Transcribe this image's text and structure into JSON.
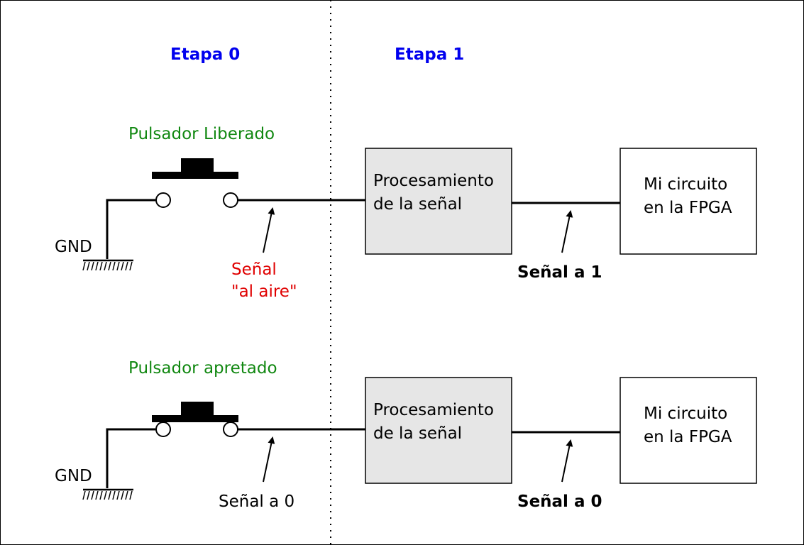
{
  "stages": {
    "stage0": "Etapa 0",
    "stage1": "Etapa 1"
  },
  "top": {
    "button_label": "Pulsador Liberado",
    "gnd": "GND",
    "signal_line1": "Señal",
    "signal_line2": "\"al aire\"",
    "process_line1": "Procesamiento",
    "process_line2": "de la señal",
    "circuit_line1": "Mi circuito",
    "circuit_line2": "en la FPGA",
    "output_signal": "Señal a 1"
  },
  "bottom": {
    "button_label": "Pulsador apretado",
    "gnd": "GND",
    "signal": "Señal a 0",
    "process_line1": "Procesamiento",
    "process_line2": "de la señal",
    "circuit_line1": "Mi circuito",
    "circuit_line2": "en la FPGA",
    "output_signal": "Señal a 0"
  },
  "colors": {
    "stage": "#0000ee",
    "button_label": "#118811",
    "floating_signal": "#e00000",
    "process_fill": "#e6e6e6"
  }
}
